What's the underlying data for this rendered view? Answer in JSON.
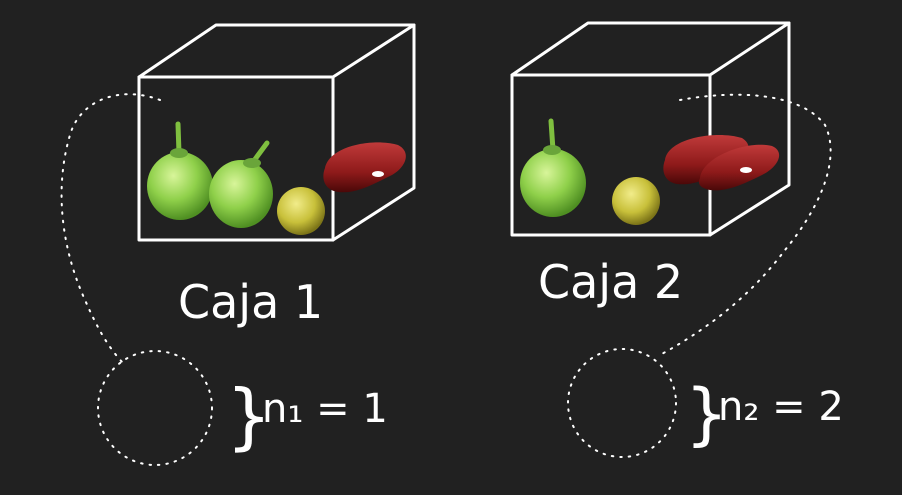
{
  "boxes": [
    {
      "label": "Caja 1",
      "count_label": "n₁ = 1",
      "contents": [
        "green-grape",
        "green-grape",
        "yellow-chickpea",
        "red-kidney-bean"
      ]
    },
    {
      "label": "Caja 2",
      "count_label": "n₂ = 2",
      "contents": [
        "green-grape",
        "yellow-chickpea",
        "red-kidney-bean",
        "red-kidney-bean"
      ]
    }
  ],
  "colors": {
    "background": "#212121",
    "stroke": "#ffffff",
    "grape": "#8fd04a",
    "chickpea": "#c8c03a",
    "bean": "#8e1a1a"
  }
}
